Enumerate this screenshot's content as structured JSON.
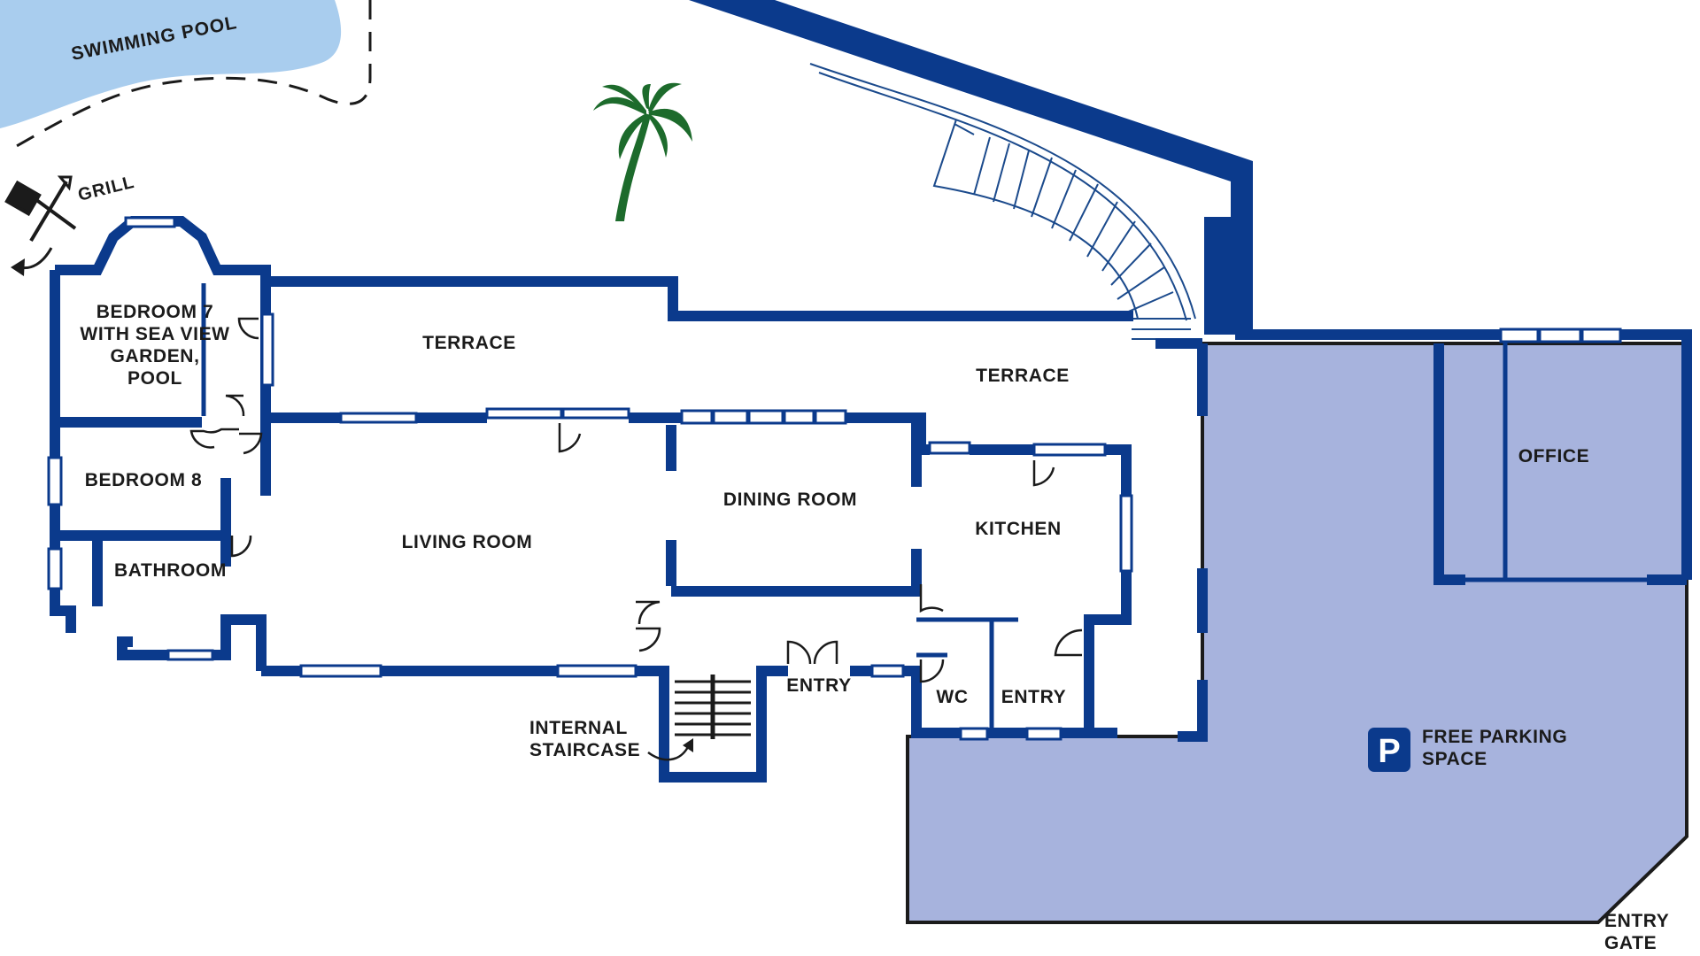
{
  "colors": {
    "wall": "#0b3a8c",
    "pool": "#a9cdee",
    "parking": "#a7b3dd",
    "palm": "#1d6b2c",
    "line": "#1b1b1b",
    "parking_badge": "#0b3a8c"
  },
  "labels": {
    "swimming_pool": "SWIMMING POOL",
    "grill": "GRILL",
    "bedroom7": [
      "BEDROOM 7",
      "WITH SEA VIEW",
      "GARDEN,",
      "POOL"
    ],
    "bedroom8": "BEDROOM 8",
    "bathroom": "BATHROOM",
    "terrace_left": "TERRACE",
    "terrace_right": "TERRACE",
    "living_room": "LIVING ROOM",
    "dining_room": "DINING ROOM",
    "kitchen": "KITCHEN",
    "office": "OFFICE",
    "entry_main": "ENTRY",
    "entry_side": "ENTRY",
    "wc": "WC",
    "internal_staircase": [
      "INTERNAL",
      "STAIRCASE"
    ],
    "free_parking": [
      "FREE PARKING",
      "SPACE"
    ],
    "parking_letter": "P",
    "entry_gate": [
      "ENTRY",
      "GATE"
    ]
  },
  "icons": [
    "palm-tree-icon",
    "grill-tools-icon",
    "arrow-icon",
    "parking-sign-icon",
    "stair-arrow-icon"
  ]
}
